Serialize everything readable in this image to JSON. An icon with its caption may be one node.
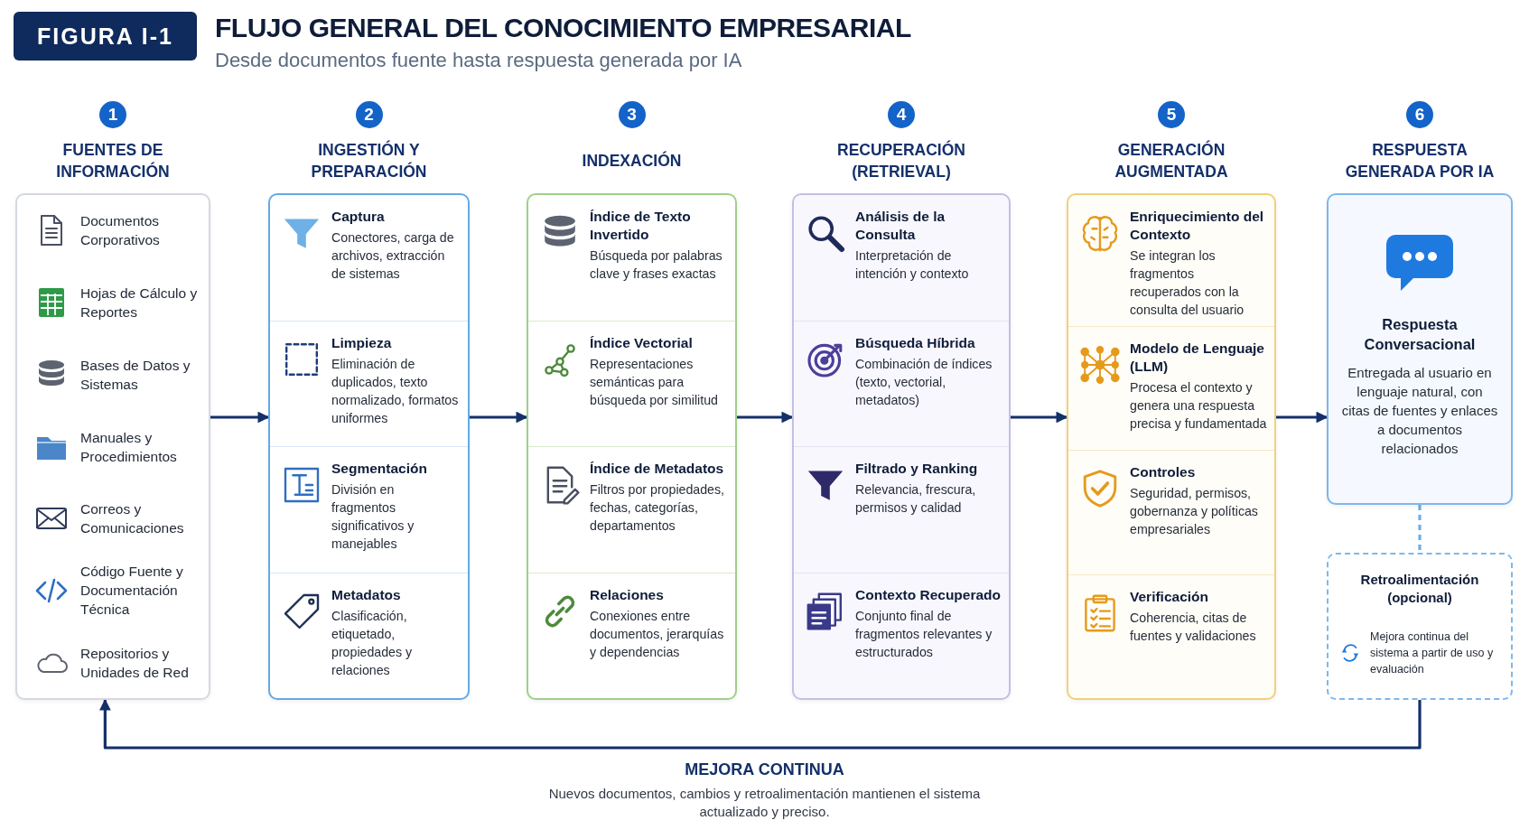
{
  "diagram": {
    "title": "FLUJO GENERAL DEL CONOCIMIENTO EMPRESARIAL",
    "nodes": [
      {
        "text": [
          "1",
          "FUENTES DE INFORMACIÓN"
        ]
      },
      {
        "text": [
          "Documentos Corporativos"
        ],
        "in": 0
      },
      {
        "text": [
          "Hojas de Cálculo y Reportes"
        ],
        "in": 0
      },
      {
        "text": [
          "Bases de Datos y Sistemas"
        ],
        "in": 0
      },
      {
        "text": [
          "Manuales y Procedimientos"
        ],
        "in": 0
      },
      {
        "text": [
          "Correos y Comunicaciones"
        ],
        "in": 0
      },
      {
        "text": [
          "Código Fuente y Documentación Técnica"
        ],
        "in": 0
      },
      {
        "text": [
          "Repositorios y Unidades de Red"
        ],
        "in": 0
      },
      {
        "text": [
          "2",
          "INGESTIÓN Y PREPARACIÓN"
        ]
      },
      {
        "text": [
          "Captura",
          "Conectores, carga de archivos, extracción de sistemas"
        ],
        "in": 8
      },
      {
        "text": [
          "Limpieza",
          "Eliminación de duplicados, texto normalizado, formatos uniformes"
        ],
        "in": 8
      },
      {
        "text": [
          "Segmentación",
          "División en fragmentos significativos y manejables"
        ],
        "in": 8
      },
      {
        "text": [
          "Metadatos",
          "Clasificación, etiquetado, propiedades y relaciones"
        ],
        "in": 8
      },
      {
        "text": [
          "3",
          "INDEXACIÓN"
        ]
      },
      {
        "text": [
          "Índice de Texto Invertido",
          "Búsqueda por palabras clave y frases exactas"
        ],
        "in": 13
      },
      {
        "text": [
          "Índice Vectorial",
          "Representaciones semánticas para búsqueda por similitud"
        ],
        "in": 13
      },
      {
        "text": [
          "Índice de Metadatos",
          "Filtros por propiedades, fechas, categorías, departamentos"
        ],
        "in": 13
      },
      {
        "text": [
          "Relaciones",
          "Conexiones entre documentos, jerarquías y dependencias"
        ],
        "in": 13
      },
      {
        "text": [
          "4",
          "RECUPERACIÓN (RETRIEVAL)"
        ]
      },
      {
        "text": [
          "Análisis de la Consulta",
          "Interpretación de intención y contexto"
        ],
        "in": 18
      },
      {
        "text": [
          "Búsqueda Híbrida",
          "Combinación de índices (texto, vectorial, metadatos)"
        ],
        "in": 18
      },
      {
        "text": [
          "Filtrado y Ranking",
          "Relevancia, frescura, permisos y calidad"
        ],
        "in": 18
      },
      {
        "text": [
          "Contexto Recuperado",
          "Conjunto final de fragmentos relevantes y estructurados"
        ],
        "in": 18
      },
      {
        "text": [
          "5",
          "GENERACIÓN AUGMENTADA"
        ]
      },
      {
        "text": [
          "Enriquecimiento del Contexto",
          "Se integran los fragmentos recuperados con la consulta del usuario"
        ],
        "in": 23
      },
      {
        "text": [
          "Modelo de Lenguaje (LLM)",
          "Procesa el contexto y genera una respuesta precisa y fundamentada"
        ],
        "in": 23
      },
      {
        "text": [
          "Controles",
          "Seguridad, permisos, gobernanza y políticas empresariales"
        ],
        "in": 23
      },
      {
        "text": [
          "Verificación",
          "Coherencia, citas de fuentes y validaciones"
        ],
        "in": 23
      },
      {
        "text": [
          "6",
          "RESPUESTA GENERADA POR IA",
          "Respuesta Conversacional",
          "Entregada al usuario en lenguaje natural, con citas de fuentes y enlaces a documentos relacionados"
        ]
      },
      {
        "text": [
          "Retroalimentación (opcional)",
          "Mejora continua del sistema a partir de uso y evaluación"
        ]
      }
    ],
    "edges": [
      {
        "from": 0,
        "to": 8,
        "arrow": "to"
      },
      {
        "from": 8,
        "to": 13,
        "arrow": "to"
      },
      {
        "from": 13,
        "to": 18,
        "arrow": "to"
      },
      {
        "from": 18,
        "to": 23,
        "arrow": "to"
      },
      {
        "from": 23,
        "to": 28,
        "arrow": "to"
      },
      {
        "from": 28,
        "to": 29,
        "arrow": "none",
        "style": "dashed",
        "color": "#6aaee8"
      },
      {
        "from": 29,
        "to": 0,
        "arrow": "to"
      }
    ],
    "labels": [
      "FIGURA I-1",
      "Desde documentos fuente hasta respuesta generada por IA",
      "MEJORA CONTINUA",
      "Nuevos documentos, cambios y retroalimentación mantienen el sistema actualizado y preciso."
    ]
  }
}
